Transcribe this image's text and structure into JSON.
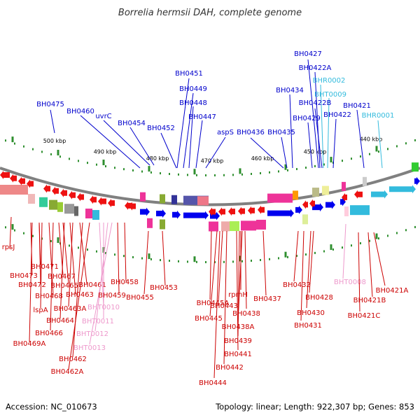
{
  "title": "Borrelia hermsii DAH, complete genome",
  "footer": {
    "accession": "Accession: NC_010673",
    "summary": "Topology: linear; Length: 922,307 bp; Genes: 853"
  },
  "colors": {
    "forward_label": "#0000cc",
    "reverse_label": "#cc0000",
    "rna_forward_label": "#33bbdd",
    "rna_reverse_label": "#ee99cc",
    "backbone": "#808080",
    "tick": "#2f8f2f"
  },
  "ticks": [
    "500 kbp",
    "490 kbp",
    "480 kbp",
    "470 kbp",
    "460 kbp",
    "450 kbp",
    "440 kbp"
  ],
  "top_labels": [
    "BH0475",
    "BH0460",
    "uvrC",
    "BH0454",
    "BH0452",
    "BH0451",
    "BH0449",
    "BH0448",
    "BH0447",
    "aspS",
    "BH0436",
    "BH0435",
    "BH0434",
    "BH0427",
    "BH0422A",
    "BHR0002",
    "BHT0009",
    "BH0422B",
    "BH0429",
    "BH0422",
    "BH0421",
    "BHR0001"
  ],
  "bottom_labels": [
    "rpsJ",
    "BH0473",
    "BH0471",
    "BH0472",
    "BH0467",
    "BH0465",
    "BH0468",
    "BH0463",
    "BH0461",
    "lspA",
    "BH0463A",
    "BH0464",
    "BH0466",
    "BH0469A",
    "BH0462",
    "BH0462A",
    "BHT0010",
    "BHT0011",
    "BHT0012",
    "BHT0013",
    "BH0459",
    "BH0458",
    "BH0455",
    "BH0453",
    "BH0445A",
    "BH0443",
    "BH0445",
    "rpmH",
    "BH0438",
    "BH0438A",
    "BH0439",
    "BH0441",
    "BH0442",
    "BH0444",
    "BH0437",
    "BH0432",
    "BH0428",
    "BH0430",
    "BH0431",
    "BHT0008",
    "BH0421A",
    "BH0421B",
    "BH0421C"
  ]
}
